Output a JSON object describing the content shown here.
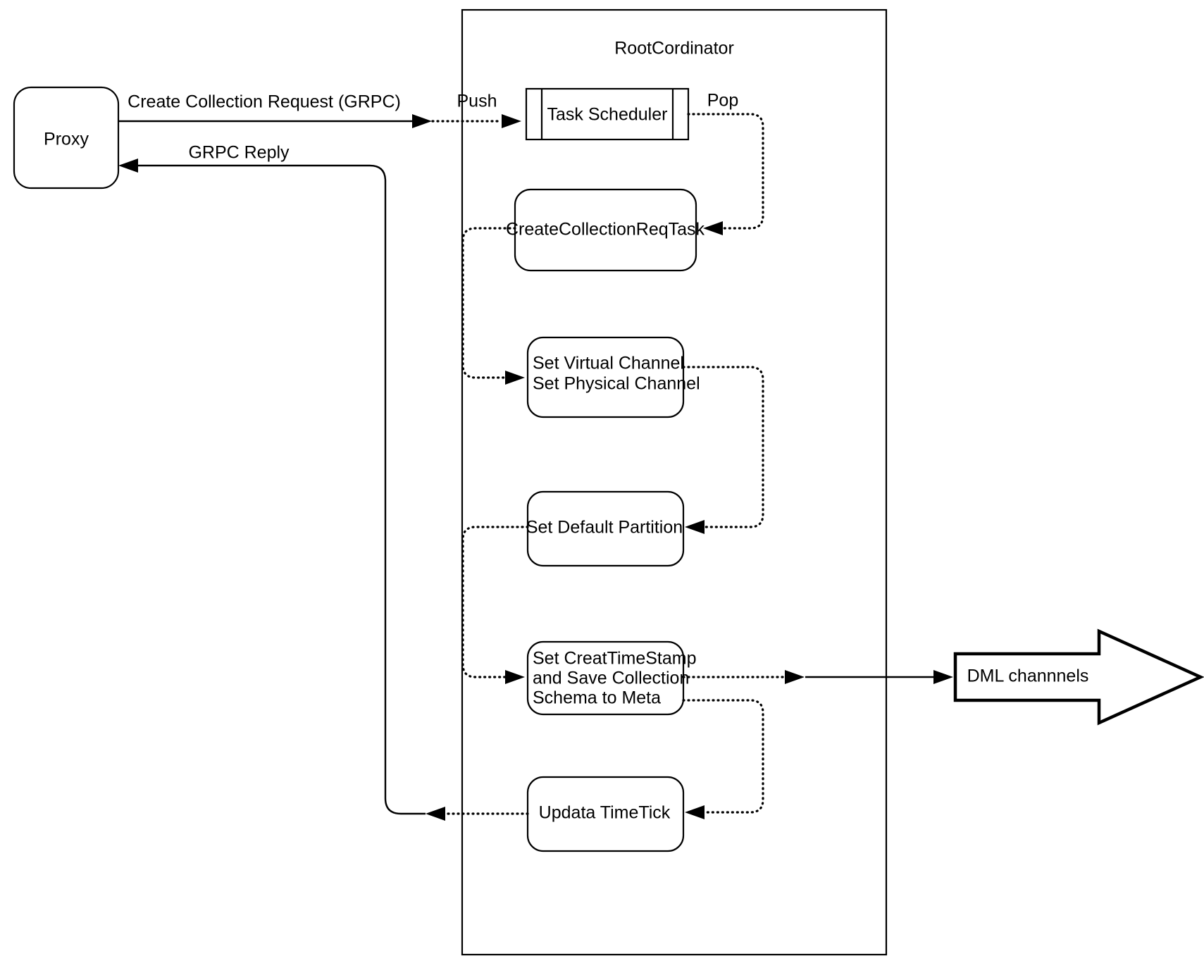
{
  "diagram": {
    "title_label": "RootCordinator",
    "nodes": {
      "proxy": {
        "label": "Proxy",
        "shape": "rounded-rect"
      },
      "task_scheduler": {
        "label": "Task Scheduler",
        "shape": "internal-storage"
      },
      "create_collection_req_task": {
        "label": "CreateCollectionReqTask",
        "shape": "rounded-rect"
      },
      "set_channels": {
        "line1": "Set Virtual Channel",
        "line2": "Set Physical Channel",
        "shape": "rounded-rect"
      },
      "set_default_partition": {
        "label": "Set Default Partition",
        "shape": "rounded-rect"
      },
      "set_createtimestamp": {
        "line1": "Set CreatTimeStamp",
        "line2": "and Save Collection",
        "line3": "Schema to Meta",
        "shape": "rounded-rect"
      },
      "updata_timetick": {
        "label": "Updata TimeTick",
        "shape": "rounded-rect"
      },
      "dml_channels": {
        "label": "DML channnels",
        "shape": "block-arrow-right"
      }
    },
    "edges": {
      "create_collection_request": {
        "label": "Create Collection Request (GRPC)",
        "style": "solid"
      },
      "grpc_reply": {
        "label": "GRPC Reply",
        "style": "solid"
      },
      "push": {
        "label": "Push",
        "style": "dotted"
      },
      "pop": {
        "label": "Pop",
        "style": "dotted"
      },
      "task_to_channels": {
        "label": "",
        "style": "dotted"
      },
      "channels_to_partition": {
        "label": "",
        "style": "dotted"
      },
      "partition_to_timestamp": {
        "label": "",
        "style": "dotted"
      },
      "timestamp_to_dml": {
        "label": "",
        "style": "solid"
      },
      "timestamp_to_timetick": {
        "label": "",
        "style": "dotted"
      },
      "timetick_out": {
        "label": "",
        "style": "dotted"
      }
    },
    "colors": {
      "stroke": "#000000",
      "fill": "#ffffff",
      "text": "#000000"
    }
  }
}
